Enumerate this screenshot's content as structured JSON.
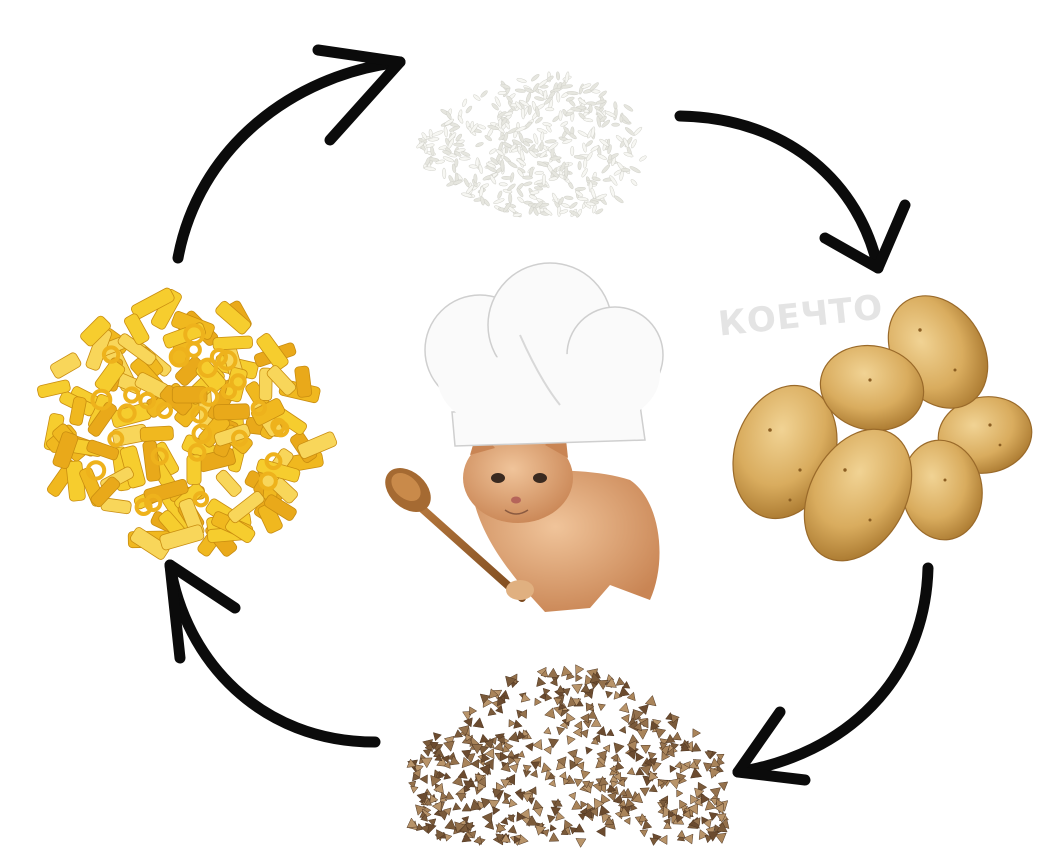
{
  "watermark": "КОЕЧТО",
  "cycle": [
    "rice",
    "potatoes",
    "buckwheat",
    "pasta"
  ],
  "colors": {
    "arrow": "#0b0b0b",
    "rice": "#f2f2ee",
    "potato": "#d9ac5e",
    "buckwheat": "#8a6a48",
    "pasta": "#f3c72a",
    "cat_fur": "#d8a070",
    "chef_hat": "#fafafa"
  }
}
